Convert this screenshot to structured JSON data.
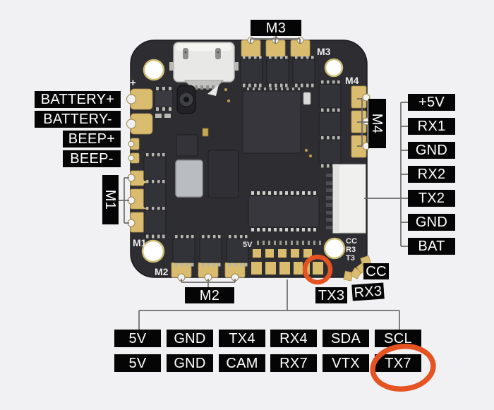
{
  "colors": {
    "background": "#f1f1f3",
    "board": "#2d2d32",
    "pad_gold": "#d9bc6e",
    "label_bg": "#050505",
    "label_text": "#ffffff",
    "connector_line": "#6b6b6b",
    "highlight": "#e65323"
  },
  "pin_labels": {
    "m3": "M3",
    "m1": "M1",
    "m4": "M4",
    "m2": "M2",
    "left": [
      "BATTERY+",
      "BATTERY-",
      "BEEP+",
      "BEEP-"
    ],
    "right": [
      "+5V",
      "RX1",
      "GND",
      "RX2",
      "TX2",
      "GND",
      "BAT"
    ],
    "cc": "CC",
    "rx3": "RX3",
    "tx3": "TX3",
    "bottom_row1": [
      "5V",
      "GND",
      "TX4",
      "RX4",
      "SDA",
      "SCL"
    ],
    "bottom_row2": [
      "5V",
      "GND",
      "CAM",
      "RX7",
      "VTX",
      "TX7"
    ]
  },
  "board_silk": {
    "m1": "M1",
    "m2": "M2",
    "m3": "M3",
    "m4": "M4",
    "five_v": "5V",
    "cc": "CC",
    "r3": "R3",
    "t3": "T3",
    "plus": "+"
  }
}
